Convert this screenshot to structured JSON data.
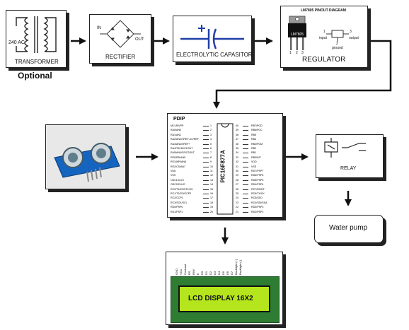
{
  "transformer": {
    "label": "TRANSFORMER",
    "voltage": "240 AC",
    "note": "Optional"
  },
  "rectifier": {
    "label": "RECTIFIER",
    "in_label": "IN",
    "out_label": "OUT"
  },
  "capacitor": {
    "label": "ELECTROLYTIC  CAPASITOR"
  },
  "regulator": {
    "label": "REGULATOR",
    "title": "LM7805 PINOUT DIAGRAM",
    "chip_label": "LM7805",
    "pin_numbers": [
      "1",
      "2",
      "3"
    ],
    "pin_input": "input",
    "pin_ground": "ground",
    "pin_output": "output",
    "pin_num_1": "1",
    "pin_num_2": "2",
    "pin_num_3": "3"
  },
  "mcu": {
    "package": "PDIP",
    "name": "PIC16F877A",
    "left_pins": [
      "MCLR/VPP",
      "RA0/AN0",
      "RA1/AN1",
      "RA2/AN2/VREF-/CVREF",
      "RA3/AN3/VREF+",
      "RA4/T0CKI/C1OUT",
      "RA5/AN4/SS/C2OUT",
      "RE0/RD/AN5",
      "RE1/WR/AN6",
      "RE2/CS/AN7",
      "VDD",
      "VSS",
      "OSC1/CLKI",
      "OSC2/CLKO",
      "RC0/T1OSO/T1CKI",
      "RC1/T1OSI/CCP2",
      "RC2/CCP1",
      "RC3/SCK/SCL",
      "RD0/PSP0",
      "RD1/PSP1"
    ],
    "right_pins": [
      "RB7/PGD",
      "RB6/PGC",
      "RB5",
      "RB4",
      "RB3/PGM",
      "RB2",
      "RB1",
      "RB0/INT",
      "VDD",
      "VSS",
      "RD7/PSP7",
      "RD6/PSP6",
      "RD5/PSP5",
      "RD4/PSP4",
      "RC7/RX/DT",
      "RC6/TX/CK",
      "RC5/SDO",
      "RC4/SDI/SDA",
      "RD3/PSP3",
      "RD2/PSP2"
    ],
    "left_nums": [
      "1",
      "2",
      "3",
      "4",
      "5",
      "6",
      "7",
      "8",
      "9",
      "10",
      "11",
      "12",
      "13",
      "14",
      "15",
      "16",
      "17",
      "18",
      "19",
      "20"
    ],
    "right_nums": [
      "40",
      "39",
      "38",
      "37",
      "36",
      "35",
      "34",
      "33",
      "32",
      "31",
      "30",
      "29",
      "28",
      "27",
      "26",
      "25",
      "24",
      "23",
      "22",
      "21"
    ]
  },
  "relay": {
    "label": "RELAY"
  },
  "pump": {
    "label": "Water pump"
  },
  "lcd": {
    "screen_text": "LCD DISPLAY 16X2",
    "pin_labels": [
      "GND",
      "VCC",
      "Contrast",
      "RS",
      "R/W",
      "E",
      "D0",
      "D1",
      "D2",
      "D3",
      "D4",
      "D5",
      "D6",
      "D7",
      "Backlight (+)",
      "Backlight (-)"
    ]
  },
  "colors": {
    "lcd_screen": "#b5e51d",
    "lcd_board": "#2e7d32",
    "sensor_board": "#1565c0",
    "regulator_body": "#111111",
    "mcu_border": "#111111"
  }
}
